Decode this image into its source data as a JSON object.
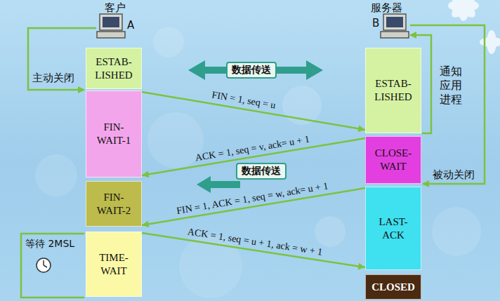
{
  "diagram": {
    "nodes": [
      {
        "text": [
          "ESTAB- LISHED"
        ]
      },
      {
        "text": [
          "FIN- WAIT-1"
        ]
      },
      {
        "text": [
          "FIN- WAIT-2"
        ]
      },
      {
        "text": [
          "TIME- WAIT"
        ]
      },
      {
        "text": [
          "ESTAB- LISHED"
        ]
      },
      {
        "text": [
          "CLOSE- WAIT"
        ]
      },
      {
        "text": [
          "LAST- ACK"
        ]
      },
      {
        "text": [
          "CLOSED"
        ]
      }
    ],
    "edges": [
      {
        "from": 1,
        "to": 4,
        "arrow": "to",
        "label": "FIN = 1, seq = u"
      },
      {
        "from": 5,
        "to": 1,
        "arrow": "to",
        "label": "ACK = 1, seq = v, ack= u + 1"
      },
      {
        "from": 6,
        "to": 2,
        "arrow": "to",
        "label": "FIN = 1, ACK = 1, seq = w, ack= u + 1"
      },
      {
        "from": 3,
        "to": 6,
        "arrow": "to",
        "label": "ACK = 1, seq = u + 1, ack = w + 1"
      }
    ],
    "labels": [
      "客户",
      "A",
      "服务器",
      "B",
      "数据传送",
      "主动关闭",
      "通知应用进程",
      "被动关闭",
      "数据传送",
      "等待 2MSL"
    ]
  }
}
